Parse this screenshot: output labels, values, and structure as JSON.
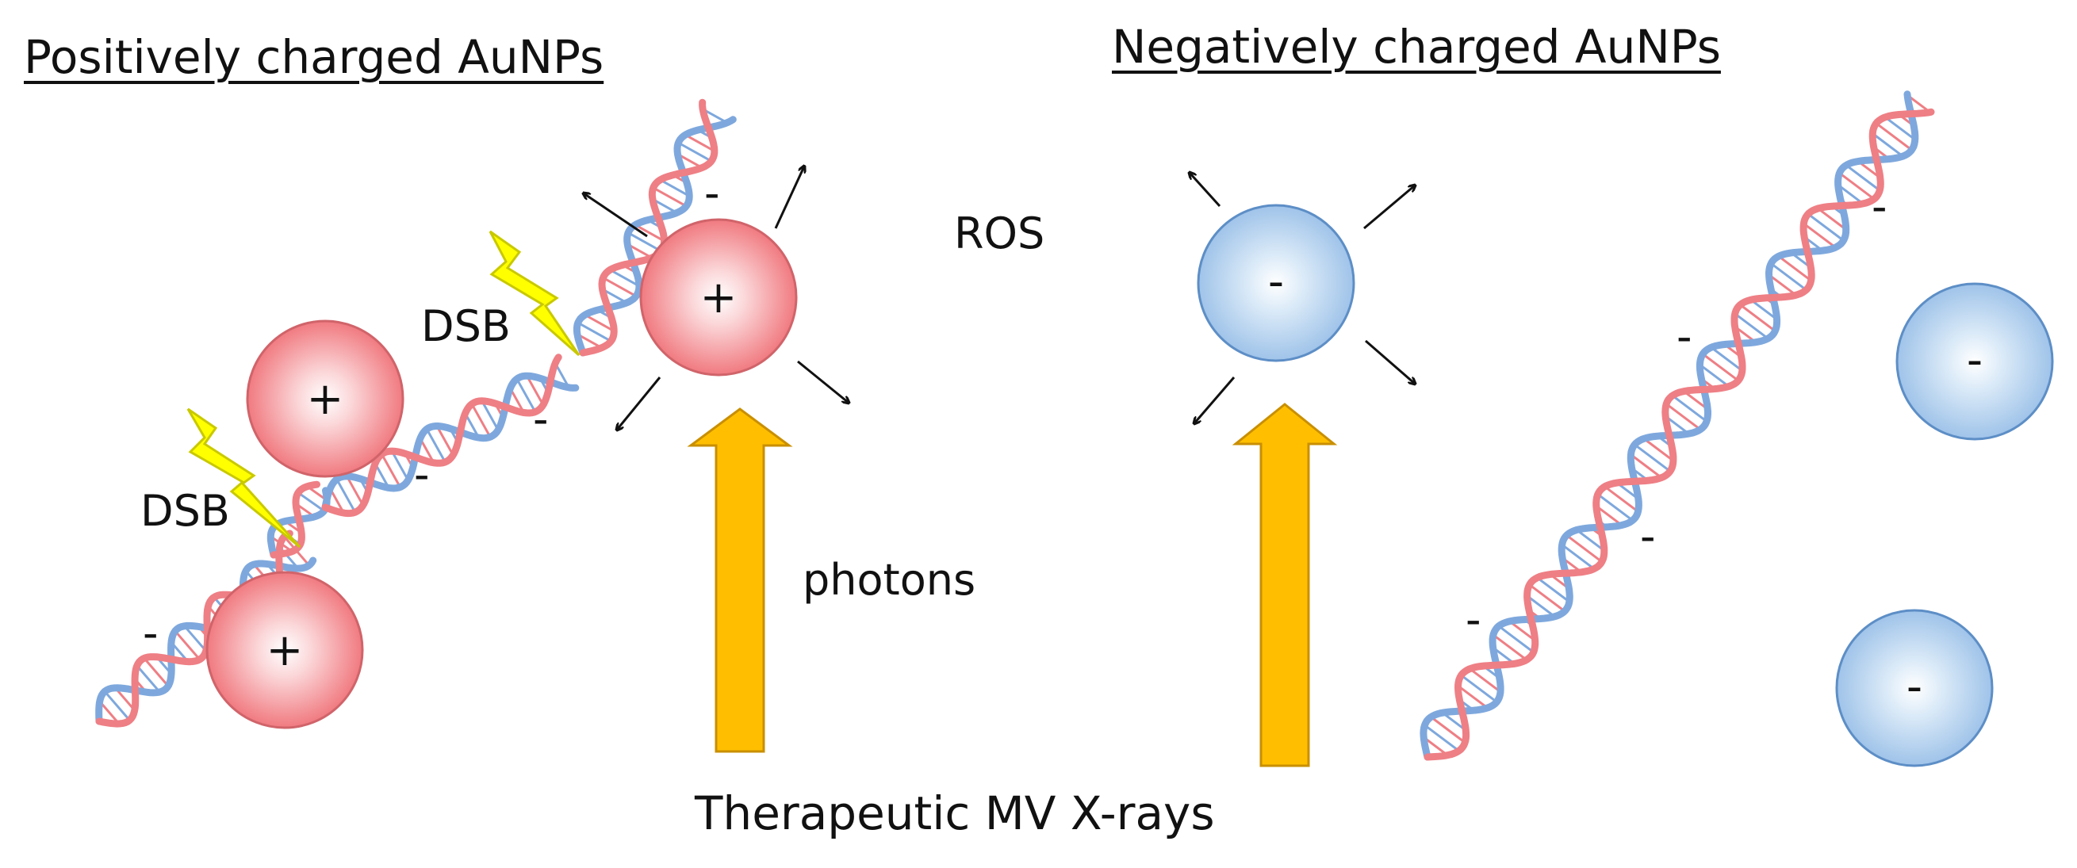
{
  "left_title": "Positively charged AuNPs",
  "right_title": "Negatively charged AuNPs",
  "ros_label": "ROS",
  "photons_label": "photons",
  "bottom_label": "Therapeutic MV X-rays",
  "dsb_label": "DSB",
  "positive_sign": "+",
  "negative_sign": "-",
  "colors": {
    "dna_red": "#ee7f85",
    "dna_blue": "#7ea8dd",
    "pos_particle": "#f07a80",
    "neg_particle": "#a8c9ec",
    "photon_arrow": "#ffbf00",
    "lightning": "#ffff00"
  },
  "icons": [
    "lightning-bolt-icon",
    "arrow-icon"
  ]
}
